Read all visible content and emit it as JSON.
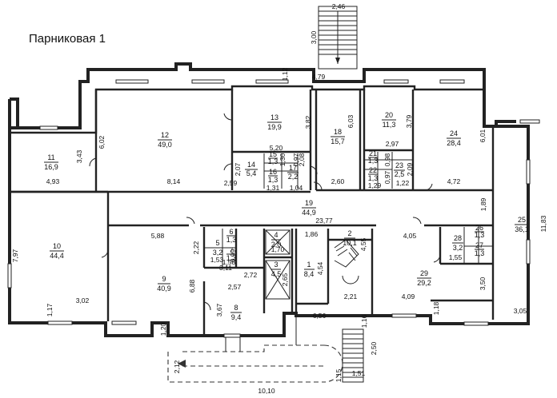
{
  "title": "Парниковая 1",
  "rooms": [
    {
      "id": "r1",
      "number": "1",
      "area": "8,4"
    },
    {
      "id": "r2",
      "number": "2",
      "area": "10,1"
    },
    {
      "id": "r3",
      "number": "3",
      "area": "4,5"
    },
    {
      "id": "r4",
      "number": "4",
      "area": "2,0"
    },
    {
      "id": "r5",
      "number": "5",
      "area": "3,2"
    },
    {
      "id": "r6",
      "number": "6",
      "area": "1,3"
    },
    {
      "id": "r7",
      "number": "7",
      "area": "1,3"
    },
    {
      "id": "r8",
      "number": "8",
      "area": "9,4"
    },
    {
      "id": "r9",
      "number": "9",
      "area": "40,9"
    },
    {
      "id": "r10",
      "number": "10",
      "area": "44,4"
    },
    {
      "id": "r11",
      "number": "11",
      "area": "16,9"
    },
    {
      "id": "r12",
      "number": "12",
      "area": "49,0"
    },
    {
      "id": "r13",
      "number": "13",
      "area": "19,9"
    },
    {
      "id": "r14",
      "number": "14",
      "area": "5,4"
    },
    {
      "id": "r15",
      "number": "15",
      "area": "1,3"
    },
    {
      "id": "r16",
      "number": "16",
      "area": "1,3"
    },
    {
      "id": "r17",
      "number": "17",
      "area": "2,2"
    },
    {
      "id": "r18",
      "number": "18",
      "area": "15,7"
    },
    {
      "id": "r19",
      "number": "19",
      "area": "44,9"
    },
    {
      "id": "r20",
      "number": "20",
      "area": "11,3"
    },
    {
      "id": "r21",
      "number": "21",
      "area": "1,3"
    },
    {
      "id": "r22",
      "number": "22",
      "area": "1,3"
    },
    {
      "id": "r23",
      "number": "23",
      "area": "2,5"
    },
    {
      "id": "r24",
      "number": "24",
      "area": "28,4"
    },
    {
      "id": "r25",
      "number": "25",
      "area": "36,1"
    },
    {
      "id": "r26",
      "number": "26",
      "area": "1,3"
    },
    {
      "id": "r27",
      "number": "27",
      "area": "1,3"
    },
    {
      "id": "r28",
      "number": "28",
      "area": "3,2"
    },
    {
      "id": "r29",
      "number": "29",
      "area": "29,2"
    }
  ],
  "dimensions": [
    "2,46",
    "3,00",
    "1,12",
    "4,79",
    "6,02",
    "3,43",
    "4,93",
    "3,82",
    "5,20",
    "6,03",
    "3,79",
    "2,97",
    "6,01",
    "2,07",
    "2,59",
    "8,14",
    "2,08",
    "2,60",
    "1,30",
    "0,97",
    "1,31",
    "1,04",
    "2,09",
    "1,22",
    "0,97",
    "0,98",
    "1,29",
    "4,72",
    "23,77",
    "1,89",
    "11,83",
    "7,97",
    "1,17",
    "3,02",
    "5,88",
    "2,22",
    "6,88",
    "3,11",
    "2,72",
    "2,57",
    "3,67",
    "1,20",
    "1,53",
    "0,99",
    "1,58",
    "1,86",
    "1,70",
    "2,65",
    "4,55",
    "4,54",
    "6,56",
    "2,21",
    "4,05",
    "4,09",
    "3,50",
    "1,18",
    "1,55",
    "3,05",
    "1,16",
    "2,50",
    "1,51",
    "1,15",
    "2,12",
    "10,10"
  ]
}
